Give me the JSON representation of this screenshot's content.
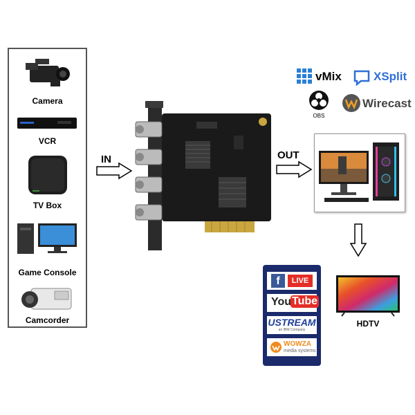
{
  "sources": {
    "items": [
      {
        "label": "Camera"
      },
      {
        "label": "VCR"
      },
      {
        "label": "TV Box"
      },
      {
        "label": "Game Console"
      },
      {
        "label": "Camcorder"
      }
    ]
  },
  "flow": {
    "in_label": "IN",
    "out_label": "OUT"
  },
  "software": {
    "vmix": "vMix",
    "xsplit": "XSplit",
    "obs": "OBS",
    "wirecast": "Wirecast"
  },
  "streaming": {
    "facebook_live": "LIVE",
    "youtube_you": "You",
    "youtube_tube": "Tube",
    "ustream": "USTREAM",
    "ustream_sub": "an IBM Company",
    "wowza": "WOWZA",
    "wowza_sub": "media systems"
  },
  "display": {
    "hdtv_label": "HDTV"
  },
  "colors": {
    "border": "#555555",
    "panel_navy": "#1b2a6b",
    "pcb": "#1a1a1a",
    "gold": "#c9a640",
    "facebook": "#3b5998",
    "youtube_red": "#e52d27",
    "ustream_blue": "#1e3f9a",
    "wowza_orange": "#f08a1c",
    "vmix_blue": "#2a7fd4",
    "xsplit_blue": "#2f6fd6"
  }
}
